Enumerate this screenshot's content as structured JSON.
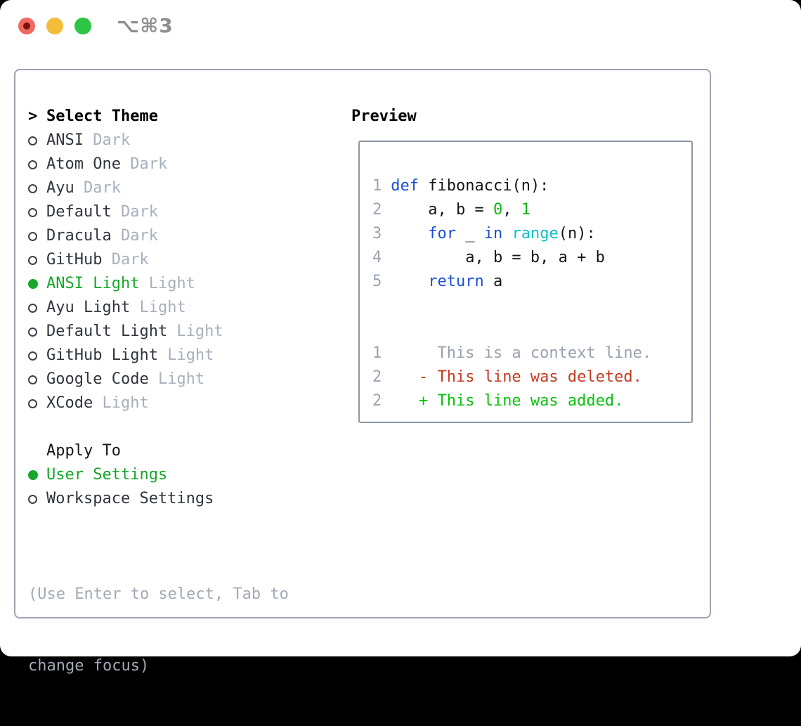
{
  "window": {
    "title": "⌥⌘3"
  },
  "colors": {
    "traffic_red": "#ee6a60",
    "traffic_red_dot": "#7a100a",
    "traffic_yellow": "#f4bc3b",
    "traffic_green": "#2dc644",
    "selection_green": "#16a72a",
    "keyword_blue": "#1b4fd6",
    "function_cyan": "#0ac2c8",
    "number_green": "#0db414",
    "diff_added_green": "#0abf0f",
    "diff_deleted_red": "#c43a21",
    "muted_gray": "#a8b0bd",
    "line_number_gray": "#9aa3b3",
    "panel_border": "#9da5b1",
    "preview_border": "#8c96a4"
  },
  "theme_panel": {
    "prompt": ">",
    "title": "Select Theme",
    "themes": [
      {
        "name": "ANSI",
        "variant": "Dark",
        "selected": false
      },
      {
        "name": "Atom One",
        "variant": "Dark",
        "selected": false
      },
      {
        "name": "Ayu",
        "variant": "Dark",
        "selected": false
      },
      {
        "name": "Default",
        "variant": "Dark",
        "selected": false
      },
      {
        "name": "Dracula",
        "variant": "Dark",
        "selected": false
      },
      {
        "name": "GitHub",
        "variant": "Dark",
        "selected": false
      },
      {
        "name": "ANSI Light",
        "variant": "Light",
        "selected": true
      },
      {
        "name": "Ayu Light",
        "variant": "Light",
        "selected": false
      },
      {
        "name": "Default Light",
        "variant": "Light",
        "selected": false
      },
      {
        "name": "GitHub Light",
        "variant": "Light",
        "selected": false
      },
      {
        "name": "Google Code",
        "variant": "Light",
        "selected": false
      },
      {
        "name": "XCode",
        "variant": "Light",
        "selected": false
      }
    ],
    "apply_to": {
      "title": "Apply To",
      "options": [
        {
          "label": "User Settings",
          "selected": true
        },
        {
          "label": "Workspace Settings",
          "selected": false
        }
      ]
    },
    "help_lines": [
      "(Use Enter to select, Tab to",
      "change focus)"
    ]
  },
  "preview_panel": {
    "title": "Preview",
    "code_lines": [
      {
        "num": "1",
        "tokens": [
          {
            "c": "kw",
            "t": "def"
          },
          {
            "c": "pl",
            "t": " fibonacci(n):"
          }
        ]
      },
      {
        "num": "2",
        "tokens": [
          {
            "c": "pl",
            "t": "    a, b = "
          },
          {
            "c": "num",
            "t": "0"
          },
          {
            "c": "pl",
            "t": ", "
          },
          {
            "c": "num",
            "t": "1"
          }
        ]
      },
      {
        "num": "3",
        "tokens": [
          {
            "c": "pl",
            "t": "    "
          },
          {
            "c": "kw",
            "t": "for"
          },
          {
            "c": "pl",
            "t": " _ "
          },
          {
            "c": "kw",
            "t": "in"
          },
          {
            "c": "pl",
            "t": " "
          },
          {
            "c": "fn",
            "t": "range"
          },
          {
            "c": "pl",
            "t": "(n):"
          }
        ]
      },
      {
        "num": "4",
        "tokens": [
          {
            "c": "pl",
            "t": "        a, b = b, a + b"
          }
        ]
      },
      {
        "num": "5",
        "tokens": [
          {
            "c": "pl",
            "t": "    "
          },
          {
            "c": "kw",
            "t": "return"
          },
          {
            "c": "pl",
            "t": " a"
          }
        ]
      }
    ],
    "diff_lines": [
      {
        "num": "1",
        "kind": "context",
        "text": "     This is a context line."
      },
      {
        "num": "2",
        "kind": "deleted",
        "text": "   - This line was deleted."
      },
      {
        "num": "2",
        "kind": "added",
        "text": "   + This line was added."
      }
    ]
  }
}
